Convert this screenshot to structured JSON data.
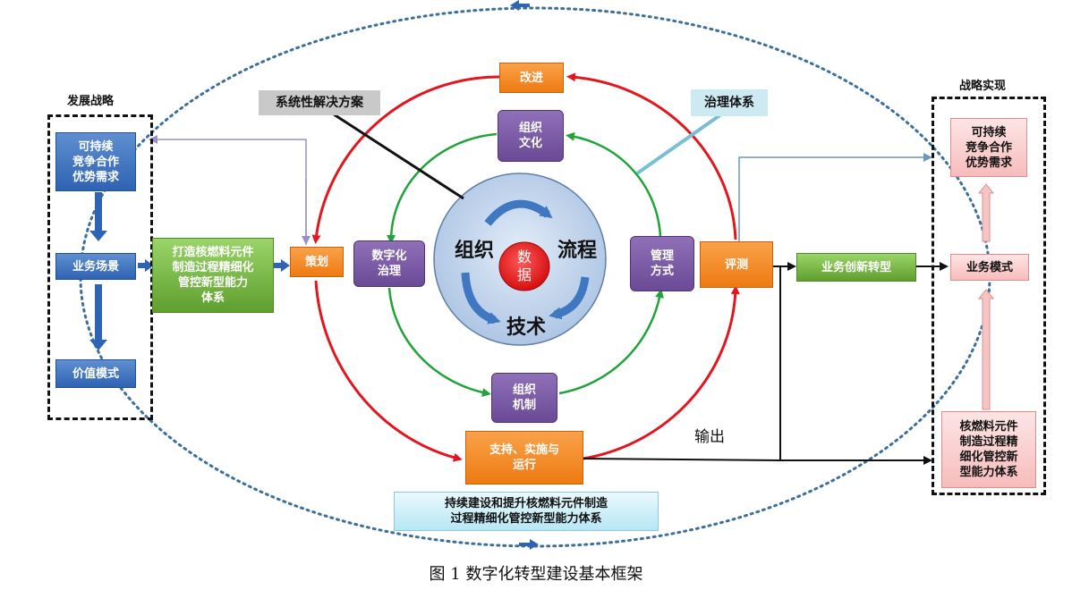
{
  "left_panel": {
    "title": "发展战略",
    "boxes": [
      "可持续\n竞争合作\n优势需求",
      "业务场景",
      "价值模式"
    ]
  },
  "left_green_box": "打造核燃料元件\n制造过程精细化\n管控新型能力\n体系",
  "orange_nodes": {
    "plan": "策划",
    "improve": "改进",
    "evaluate": "评测",
    "support": "支持、实施与\n运行"
  },
  "purple_nodes": {
    "culture": "组织\n文化",
    "digital": "数字化\n治理",
    "management": "管理\n方式",
    "mechanism": "组织\n机制"
  },
  "hub": {
    "org": "组织",
    "process": "流程",
    "tech": "技术",
    "data": "数\n据"
  },
  "callouts": {
    "systemic": "系统性解决方案",
    "governance": "治理体系"
  },
  "output_label": "输出",
  "innovation_box": "业务创新转型",
  "bottom_box": "持续建设和提升核燃料元件制造\n过程精细化管控新型能力体系",
  "right_panel": {
    "title": "战略实现",
    "boxes": [
      "可持续\n竞争合作\n优势需求",
      "业务模式",
      "核燃料元件\n制造过程精\n细化管控新\n型能力体系"
    ]
  },
  "caption": "图 1 数字化转型建设基本框架",
  "colors": {
    "red_cycle": "#e2161e",
    "green_cycle": "#1fa33a",
    "dotted_ellipse": "#3c6f9a",
    "hub_fill": "#b7cde8",
    "data_core": "#ee1c1c"
  }
}
